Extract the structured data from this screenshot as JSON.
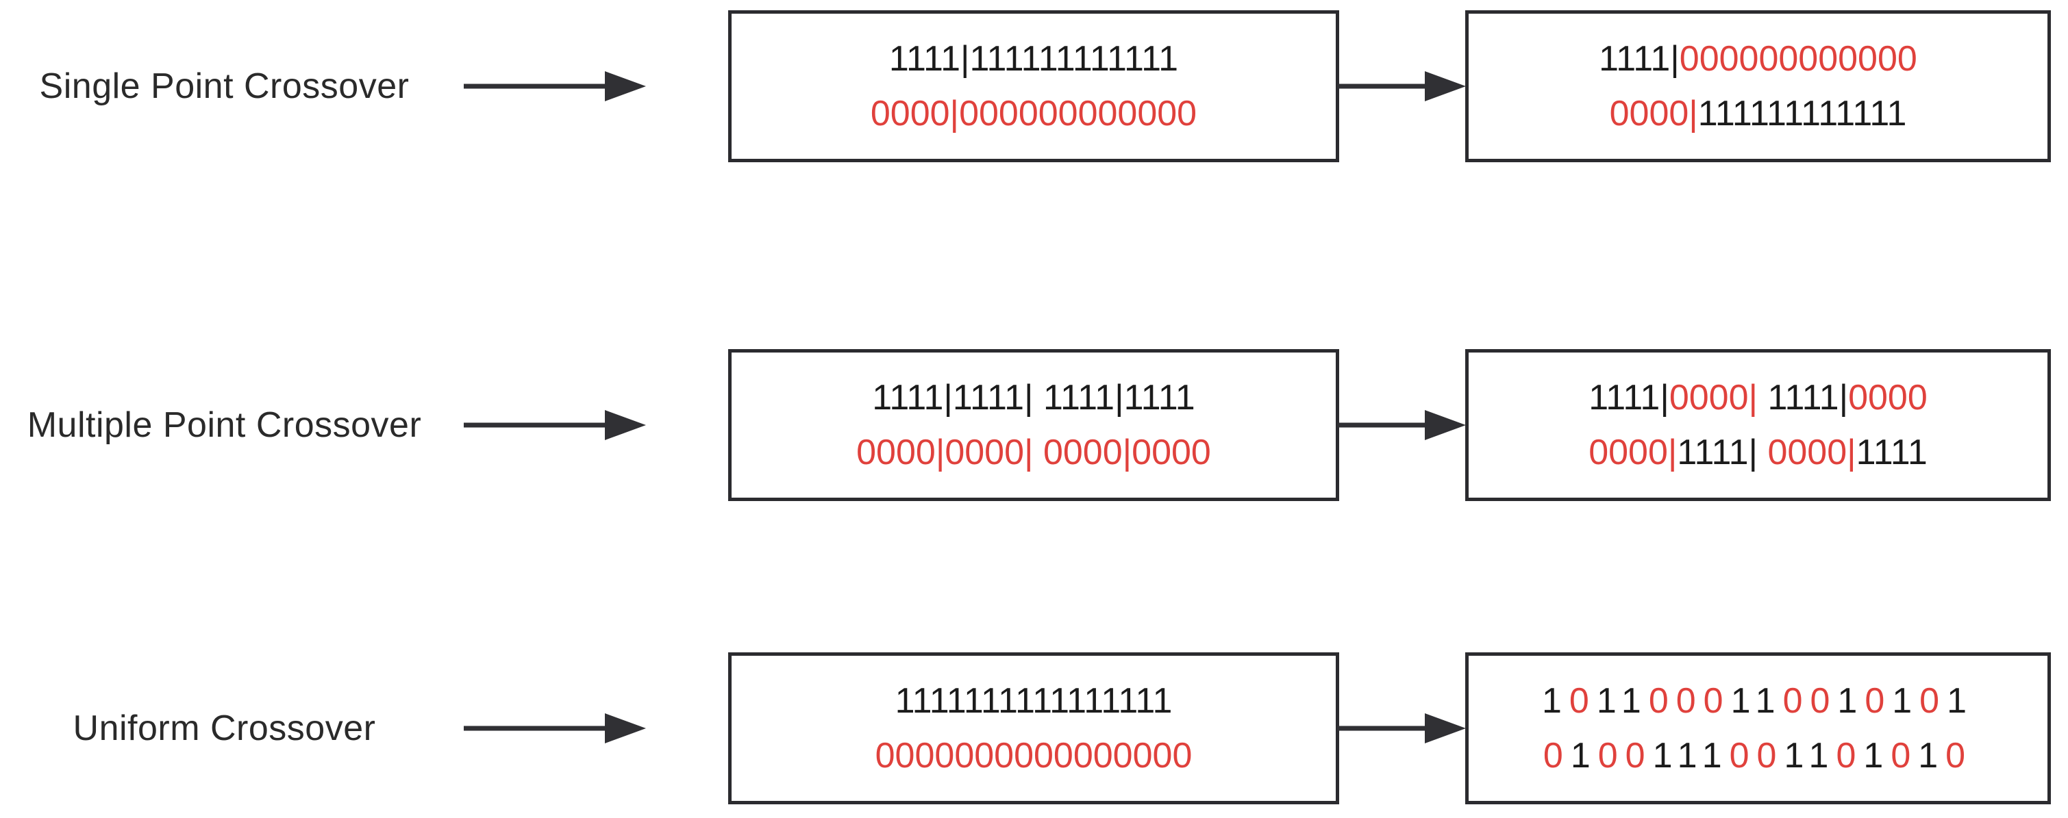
{
  "colors": {
    "bit_black": "#1b1b1b",
    "bit_red": "#e0413c",
    "border": "#2b2b2f",
    "arrow": "#303034",
    "label": "#2a2a2a",
    "background": "#ffffff"
  },
  "rows": [
    {
      "label": "Single Point Crossover",
      "parents": {
        "lines": [
          [
            {
              "text": "1111|111111111111",
              "color": "black"
            }
          ],
          [
            {
              "text": "0000|000000000000",
              "color": "red"
            }
          ]
        ]
      },
      "offspring": {
        "lines": [
          [
            {
              "text": "1111|",
              "color": "black"
            },
            {
              "text": "000000000000",
              "color": "red"
            }
          ],
          [
            {
              "text": "0000|",
              "color": "red"
            },
            {
              "text": "111111111111",
              "color": "black"
            }
          ]
        ]
      }
    },
    {
      "label": "Multiple Point Crossover",
      "parents": {
        "lines": [
          [
            {
              "text": "1111|1111| 1111|1111",
              "color": "black"
            }
          ],
          [
            {
              "text": "0000|0000| 0000|0000",
              "color": "red"
            }
          ]
        ]
      },
      "offspring": {
        "lines": [
          [
            {
              "text": "1111|",
              "color": "black"
            },
            {
              "text": "0000|",
              "color": "red"
            },
            {
              "text": " 1111|",
              "color": "black"
            },
            {
              "text": "0000",
              "color": "red"
            }
          ],
          [
            {
              "text": "0000|",
              "color": "red"
            },
            {
              "text": "1111|",
              "color": "black"
            },
            {
              "text": " 0000|",
              "color": "red"
            },
            {
              "text": "1111",
              "color": "black"
            }
          ]
        ]
      }
    },
    {
      "label": "Uniform Crossover",
      "parents": {
        "lines": [
          [
            {
              "text": "1111111111111111",
              "color": "black"
            }
          ],
          [
            {
              "text": "0000000000000000",
              "color": "red"
            }
          ]
        ]
      },
      "offspring": {
        "lines": [
          [
            {
              "text": "1",
              "color": "black"
            },
            {
              "text": "0",
              "color": "red"
            },
            {
              "text": "11",
              "color": "black"
            },
            {
              "text": "000",
              "color": "red"
            },
            {
              "text": "11",
              "color": "black"
            },
            {
              "text": "00",
              "color": "red"
            },
            {
              "text": "1",
              "color": "black"
            },
            {
              "text": "0",
              "color": "red"
            },
            {
              "text": "1",
              "color": "black"
            },
            {
              "text": "0",
              "color": "red"
            },
            {
              "text": "1",
              "color": "black"
            }
          ],
          [
            {
              "text": "0",
              "color": "red"
            },
            {
              "text": "1",
              "color": "black"
            },
            {
              "text": "00",
              "color": "red"
            },
            {
              "text": "111",
              "color": "black"
            },
            {
              "text": "00",
              "color": "red"
            },
            {
              "text": "11",
              "color": "black"
            },
            {
              "text": "0",
              "color": "red"
            },
            {
              "text": "1",
              "color": "black"
            },
            {
              "text": "0",
              "color": "red"
            },
            {
              "text": "1",
              "color": "black"
            },
            {
              "text": "0",
              "color": "red"
            }
          ]
        ]
      }
    }
  ]
}
